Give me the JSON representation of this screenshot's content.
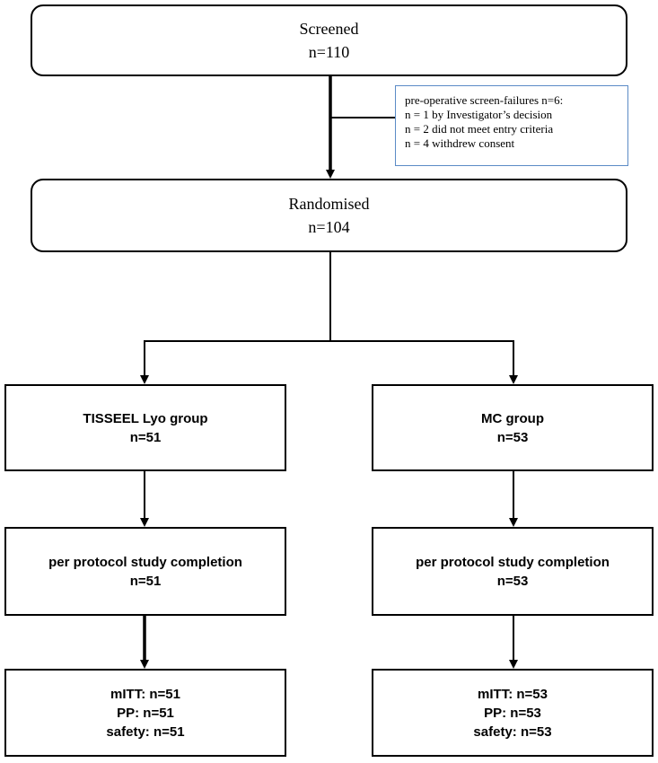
{
  "screened": {
    "title": "Screened",
    "count": "n=110"
  },
  "screen_failures": {
    "heading": "pre-operative screen-failures n=6:",
    "lines": [
      "n = 1 by Investigator’s decision",
      "n = 2 did not meet entry criteria",
      "n = 4 withdrew consent"
    ]
  },
  "randomised": {
    "title": "Randomised",
    "count": "n=104"
  },
  "arms": [
    {
      "group": {
        "title": "TISSEEL Lyo group",
        "count": "n=51"
      },
      "completion": {
        "title": "per protocol study completion",
        "count": "n=51"
      },
      "analysis": {
        "mitt": "mITT: n=51",
        "pp": "PP: n=51",
        "safety": "safety: n=51"
      }
    },
    {
      "group": {
        "title": "MC group",
        "count": "n=53"
      },
      "completion": {
        "title": "per protocol study completion",
        "count": "n=53"
      },
      "analysis": {
        "mitt": "mITT: n=53",
        "pp": "PP: n=53",
        "safety": "safety: n=53"
      }
    }
  ],
  "colors": {
    "box_border": "#000000",
    "note_border": "#5b8bc6",
    "arrow": "#000000"
  }
}
